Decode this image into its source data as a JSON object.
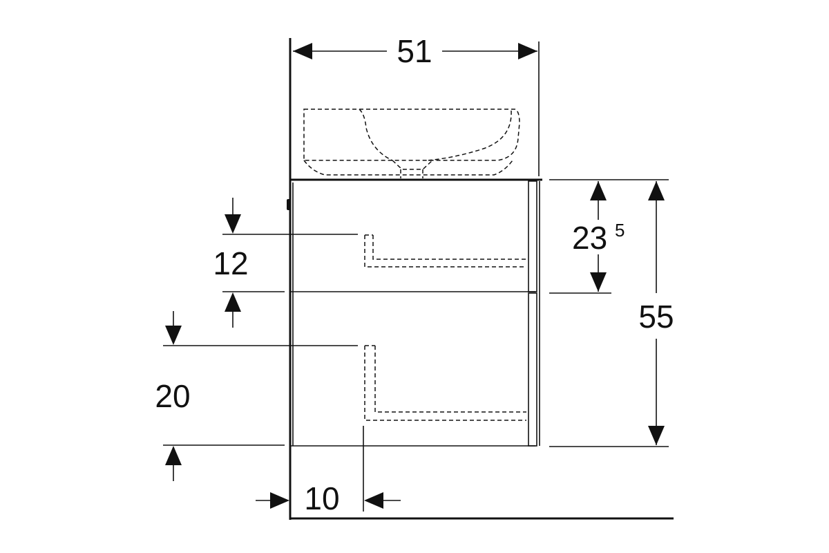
{
  "dimensions": {
    "width": "51",
    "top_height_main": "23",
    "top_height_sup": "5",
    "total_height": "55",
    "upper_drawer_depth": "12",
    "lower_drawer_depth": "20",
    "inset": "10"
  }
}
